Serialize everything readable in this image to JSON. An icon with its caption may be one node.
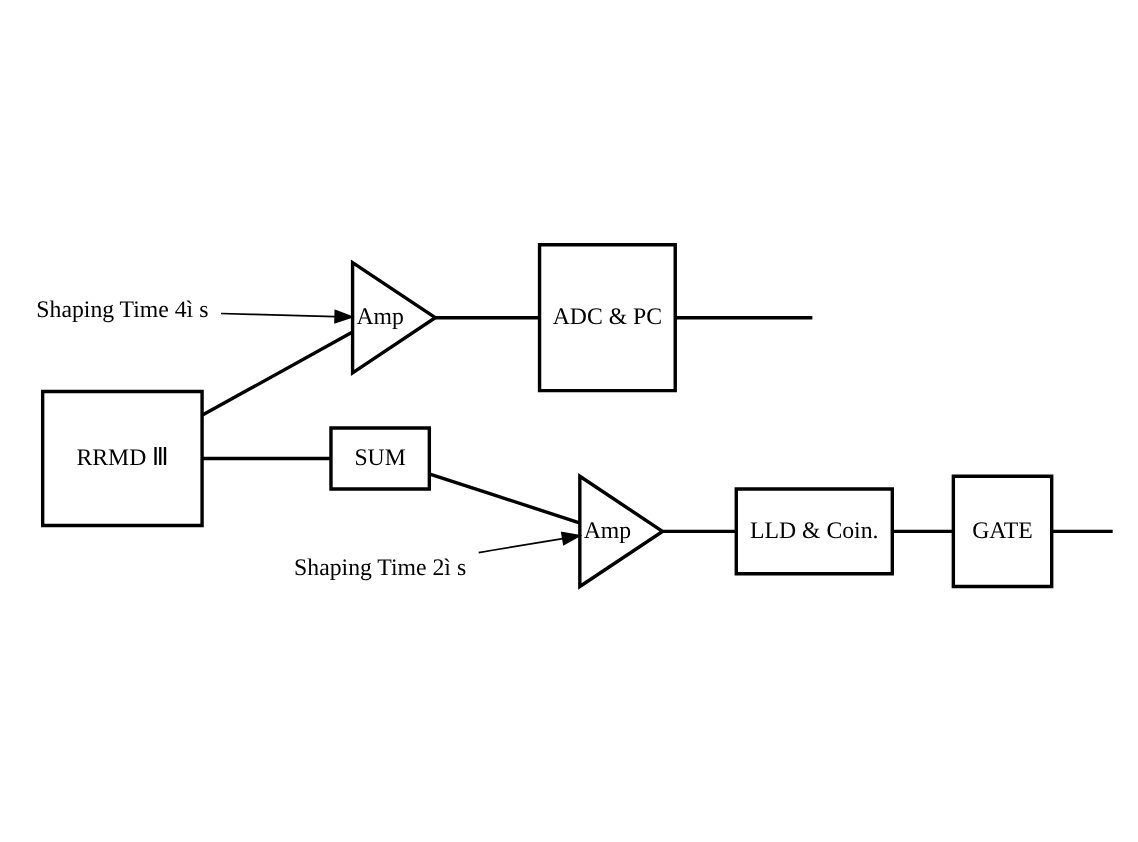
{
  "diagram": {
    "nodes": [
      {
        "text": [
          "RRMD Ⅲ"
        ]
      },
      {
        "text": [
          "Shaping Time 4ì s"
        ]
      },
      {
        "text": [
          "Amp"
        ]
      },
      {
        "text": [
          "ADC & PC"
        ]
      },
      {
        "text": [
          "SUM"
        ]
      },
      {
        "text": [
          "Amp"
        ]
      },
      {
        "text": [
          "LLD & Coin."
        ]
      },
      {
        "text": [
          "GATE"
        ]
      },
      {
        "text": [
          "Shaping Time 2ì s"
        ]
      }
    ],
    "edges": [
      {
        "from": 0,
        "to": 2,
        "arrow": "none"
      },
      {
        "from": 0,
        "to": 4,
        "arrow": "none"
      },
      {
        "from": 2,
        "to": 3,
        "arrow": "none"
      },
      {
        "from": 1,
        "to": 2,
        "arrow": "to"
      },
      {
        "from": 3,
        "to": null,
        "arrow": "none"
      },
      {
        "from": 4,
        "to": 5,
        "arrow": "none"
      },
      {
        "from": 5,
        "to": 6,
        "arrow": "none"
      },
      {
        "from": 6,
        "to": 7,
        "arrow": "none"
      },
      {
        "from": 7,
        "to": null,
        "arrow": "none"
      },
      {
        "from": 8,
        "to": 5,
        "arrow": "to"
      }
    ]
  }
}
